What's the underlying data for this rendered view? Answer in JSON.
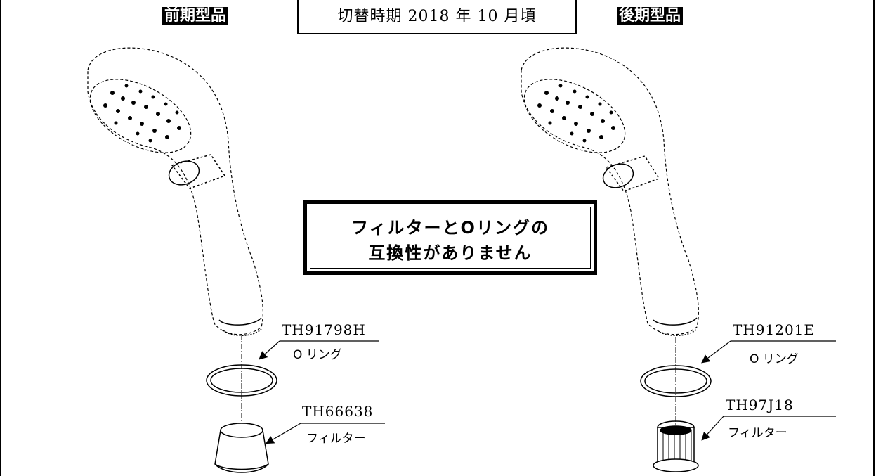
{
  "header": {
    "early_model": "前期型品",
    "switch_period": "切替時期 2018 年 10 月頃",
    "late_model": "後期型品"
  },
  "notice": {
    "line1": "フィルターとOリングの",
    "line2": "互換性がありません"
  },
  "early_parts": {
    "oring_code": "TH91798H",
    "oring_label": "O リング",
    "filter_code": "TH66638",
    "filter_label": "フィルター"
  },
  "late_parts": {
    "oring_code": "TH91201E",
    "oring_label": "O リング",
    "filter_code": "TH97J18",
    "filter_label": "フィルター"
  }
}
